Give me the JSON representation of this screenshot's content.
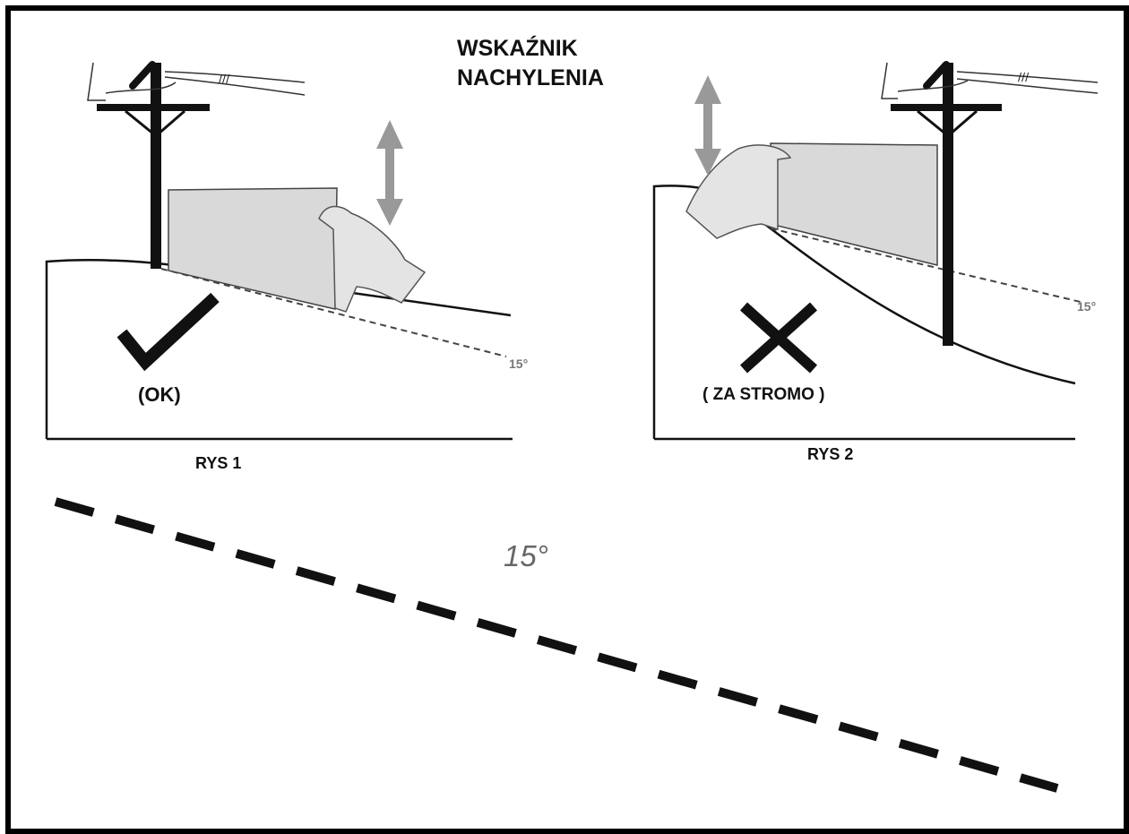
{
  "title_line1": "WSKAŹNIK",
  "title_line2": "NACHYLENIA",
  "fig1": {
    "caption": "RYS 1",
    "verdict": "(OK)",
    "angle": "15°"
  },
  "fig2": {
    "caption": "RYS 2",
    "verdict": "( ZA STROMO )",
    "angle": "15°"
  },
  "guide": {
    "angle": "15°"
  },
  "colors": {
    "ink": "#111111",
    "panel": "#d9d9d9",
    "arrow": "#999999",
    "dashed_line": "#666666"
  }
}
